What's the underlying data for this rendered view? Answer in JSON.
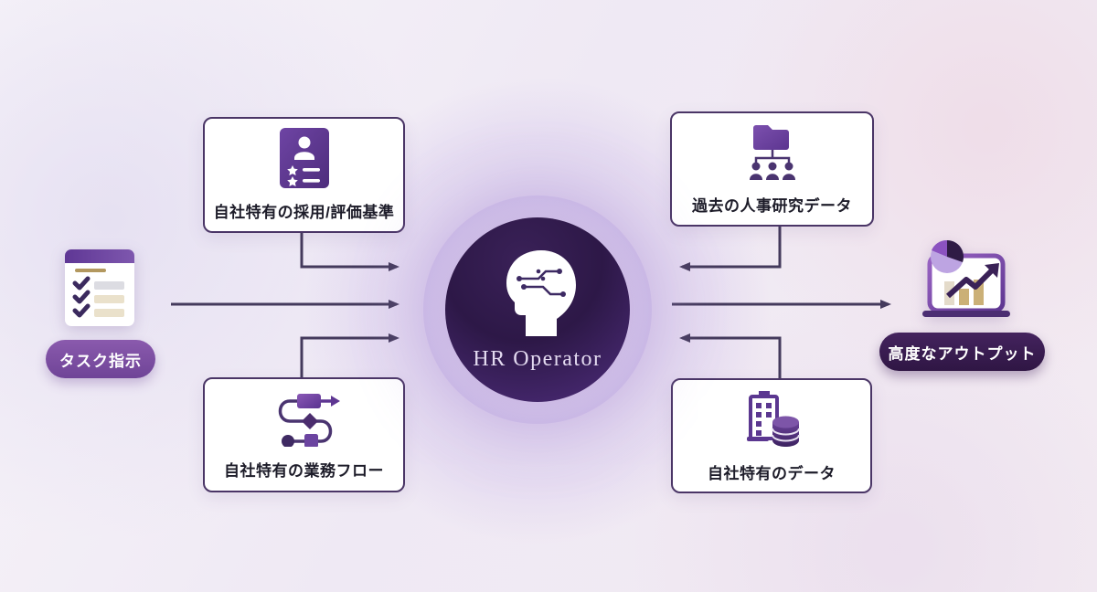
{
  "center": {
    "label": "HR Operator",
    "icon": "head-circuit-icon"
  },
  "left_input": {
    "badge_label": "タスク指示",
    "icon": "task-checklist-icon"
  },
  "output": {
    "badge_label": "高度なアウトプット",
    "icon": "analytics-chart-icon"
  },
  "boxes": {
    "top_left": {
      "label": "自社特有の採用/評価基準",
      "icon": "candidate-criteria-icon"
    },
    "bottom_left": {
      "label": "自社特有の業務フロー",
      "icon": "workflow-icon"
    },
    "top_right": {
      "label": "過去の人事研究データ",
      "icon": "hr-archive-folder-icon"
    },
    "bottom_right": {
      "label": "自社特有のデータ",
      "icon": "company-database-icon"
    }
  },
  "colors": {
    "hub_dark": "#2d1847",
    "hub_light": "#4e2d7c",
    "box_border": "#4a3566",
    "arrow": "#443a5c",
    "badge_task": "#7b4da1",
    "badge_output": "#371b4e",
    "icon_purple": "#6b3fa0",
    "gold": "#c9b37e"
  }
}
